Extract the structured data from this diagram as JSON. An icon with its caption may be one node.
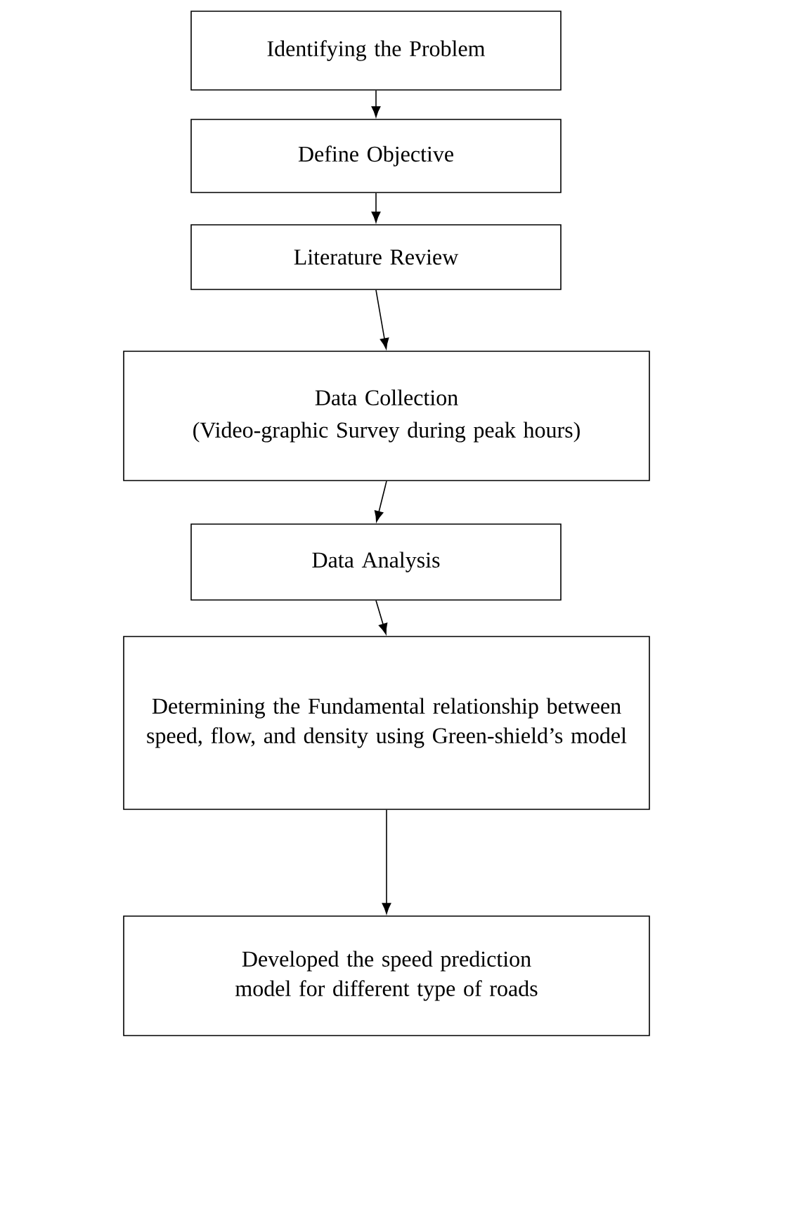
{
  "diagram": {
    "nodes": [
      {
        "text": [
          "Identifying the Problem"
        ]
      },
      {
        "text": [
          "Define Objective"
        ]
      },
      {
        "text": [
          "Literature Review"
        ]
      },
      {
        "text": [
          "Data Collection",
          "(Video-graphic Survey during peak hours)"
        ]
      },
      {
        "text": [
          "Data Analysis"
        ]
      },
      {
        "text": [
          "Determining the Fundamental relationship between speed, flow, and density using Green-shield’s model"
        ]
      },
      {
        "text": [
          "Developed the speed prediction model for different type of roads"
        ]
      }
    ],
    "edges": [
      {
        "from": 0,
        "to": 1,
        "arrow": "to"
      },
      {
        "from": 1,
        "to": 2,
        "arrow": "to"
      },
      {
        "from": 2,
        "to": 3,
        "arrow": "to"
      },
      {
        "from": 3,
        "to": 4,
        "arrow": "to"
      },
      {
        "from": 4,
        "to": 5,
        "arrow": "to"
      },
      {
        "from": 5,
        "to": 6,
        "arrow": "to"
      }
    ]
  }
}
